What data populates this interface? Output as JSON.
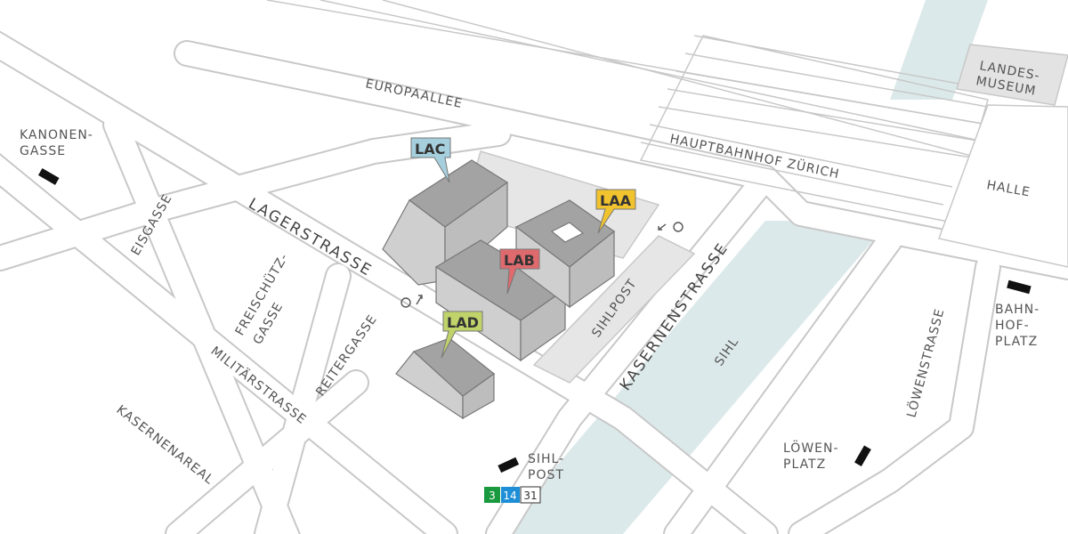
{
  "colors": {
    "background": "#ffffff",
    "road_outline": "#c8c8c8",
    "river": "#dce9ea",
    "block": "#e6e6e6",
    "building_top": "#a3a3a3",
    "building_side": "#cfcfcf",
    "lac": "#a6cfde",
    "lab": "#df6a6e",
    "laa": "#f1c32e",
    "lad": "#bfd36a",
    "tram_3": "#1a9a3e",
    "tram_14": "#1e8fd6",
    "tram_31": "#ffffff"
  },
  "streets": {
    "europaallee": "EUROPAALLEE",
    "hauptbahnhof": "HAUPTBAHNHOF ZÜRICH",
    "lagerstrasse": "LAGERSTRASSE",
    "eisgasse": "EISGASSE",
    "freischuetz_1": "FREISCHÜTZ-",
    "freischuetz_2": "GASSE",
    "reitergasse": "REITERGASSE",
    "militaerstrasse": "MILITÄRSTRASSE",
    "kasernenareal": "KASERNENAREAL",
    "kasernenstrasse": "KASERNENSTRASSE",
    "sihlpost_street": "SIHLPOST",
    "sihl_river": "SIHL",
    "loewenstrasse": "LÖWENSTRASSE"
  },
  "places": {
    "halle": "HALLE",
    "landesmuseum_1": "LANDES-",
    "landesmuseum_2": "MUSEUM"
  },
  "stops": {
    "kanonengasse_1": "KANONEN-",
    "kanonengasse_2": "GASSE",
    "sihlpost_1": "SIHL-",
    "sihlpost_2": "POST",
    "loewenplatz_1": "LÖWEN-",
    "loewenplatz_2": "PLATZ",
    "bahnhofplatz_1": "BAHN-",
    "bahnhofplatz_2": "HOF-",
    "bahnhofplatz_3": "PLATZ"
  },
  "tram_lines": [
    "3",
    "14",
    "31"
  ],
  "buildings": {
    "lac": "LAC",
    "lab": "LAB",
    "laa": "LAA",
    "lad": "LAD"
  },
  "icons": {
    "entrance_main": "wheelchair-entrance-icon",
    "entrance_laa": "wheelchair-entrance-icon",
    "stop": "tram-stop-icon"
  }
}
